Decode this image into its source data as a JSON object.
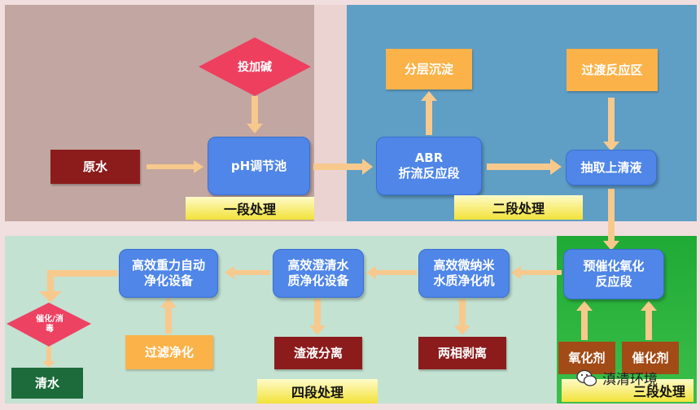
{
  "stages": {
    "stage1": "一段处理",
    "stage2": "二段处理",
    "stage3": "三段处理",
    "stage4": "四段处理"
  },
  "nodes": {
    "add_alkali": "投加碱",
    "raw_water": "原水",
    "ph_tank": "pH调节池",
    "abr_line1": "ABR",
    "abr_line2": "折流反应段",
    "layered_settling": "分层沉淀",
    "transition_zone": "过渡反应区",
    "extract_supernatant": "抽取上清液",
    "precatalytic_line1": "预催化氧化",
    "precatalytic_line2": "反应段",
    "oxidant": "氧化剂",
    "catalyst": "催化剂",
    "micronano_line1": "高效微纳米",
    "micronano_line2": "水质净化机",
    "two_phase": "两相剥离",
    "clarify_line1": "高效澄清水",
    "clarify_line2": "质净化设备",
    "residue_sep": "渣液分离",
    "gravity_line1": "高效重力自动",
    "gravity_line2": "净化设备",
    "filter": "过滤净化",
    "catalysis_line1": "催化/消",
    "catalysis_line2": "毒",
    "clean_water": "清水"
  },
  "watermark": {
    "text": "滇清环境",
    "icon": "wechat-icon"
  },
  "colors": {
    "stage1_bg": "#c2a6a1",
    "stage2_bg": "#5f9ec5",
    "stage3_bg": "#2db33f",
    "stage4_bg": "#bfe0cf",
    "blue_box": "#4f86e8",
    "orange_box": "#fbb248",
    "dark_red_box": "#8c1c1c",
    "diamond": "#ee3f5f",
    "arrow": "#f8c98c"
  }
}
